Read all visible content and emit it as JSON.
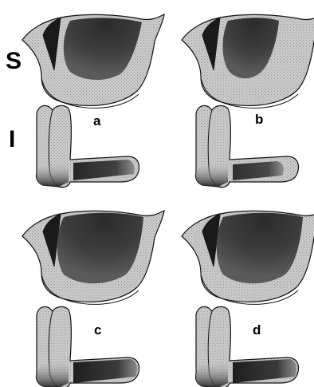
{
  "row_labels": {
    "top": "S",
    "bottom": "I"
  },
  "panels": [
    {
      "label": "a"
    },
    {
      "label": "b"
    },
    {
      "label": "c"
    },
    {
      "label": "d"
    }
  ],
  "colors": {
    "background": "#ffffff",
    "outline": "#111111",
    "light_stipple": "#c9c9c9",
    "dark_region": "#2c2c2c",
    "mid_region": "#6e6e6e"
  }
}
